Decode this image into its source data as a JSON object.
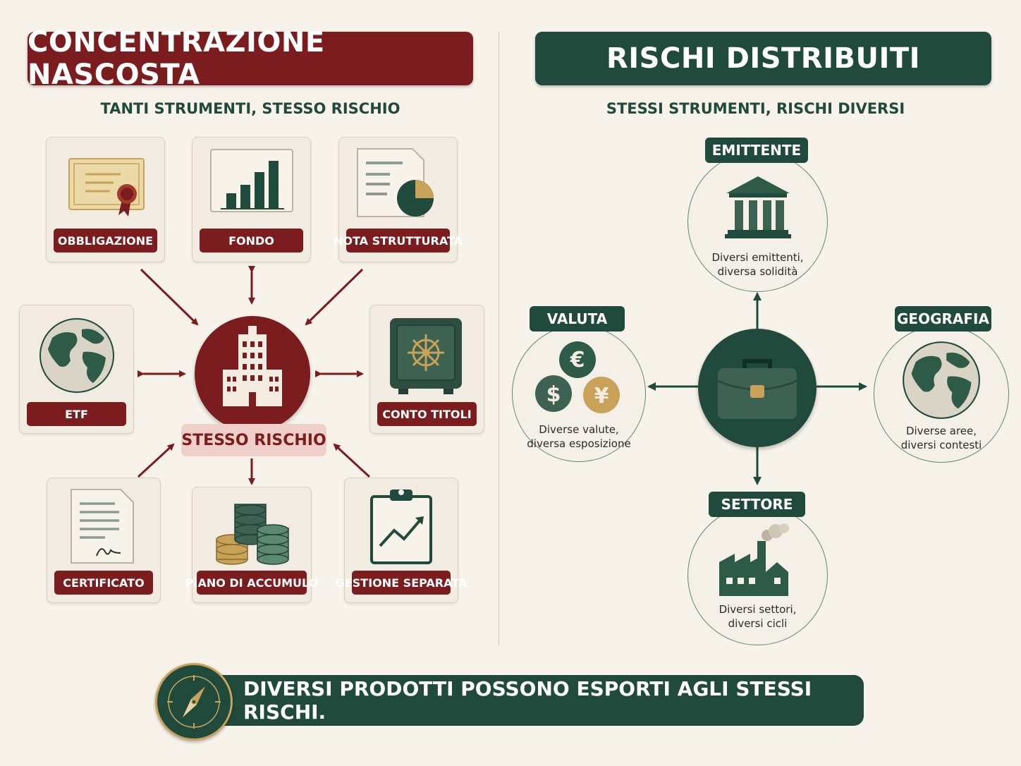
{
  "left": {
    "title": "CONCENTRAZIONE NASCOSTA",
    "subtitle": "TANTI STRUMENTI, STESSO RISCHIO",
    "cards": [
      "OBBLIGAZIONE",
      "FONDO",
      "NOTA STRUTTURATA",
      "ETF",
      "CONTO TITOLI",
      "CERTIFICATO",
      "PIANO DI ACCUMULO",
      "GESTIONE SEPARATA"
    ],
    "center_label": "STESSO RISCHIO"
  },
  "right": {
    "title": "RISCHI DISTRIBUITI",
    "subtitle": "STESSI STRUMENTI, RISCHI DIVERSI",
    "nodes": {
      "emittente": {
        "label": "EMITTENTE",
        "line1": "Diversi emittenti,",
        "line2": "diversa solidità"
      },
      "valuta": {
        "label": "VALUTA",
        "line1": "Diverse valute,",
        "line2": "diversa esposizione"
      },
      "geografia": {
        "label": "GEOGRAFIA",
        "line1": "Diverse aree,",
        "line2": "diversi contesti"
      },
      "settore": {
        "label": "SETTORE",
        "line1": "Diversi settori,",
        "line2": "diversi cicli"
      }
    }
  },
  "footer": {
    "text": "DIVERSI PRODOTTI POSSONO ESPORTI AGLI STESSI RISCHI."
  },
  "icons": [
    "certificate-icon",
    "bar-chart-icon",
    "report-pie-icon",
    "globe-icon",
    "safe-icon",
    "document-signature-icon",
    "coins-stack-icon",
    "clipboard-chart-icon",
    "building-icon",
    "bank-icon",
    "currency-icon",
    "factory-icon",
    "briefcase-icon",
    "compass-icon"
  ],
  "colors": {
    "red": "#7b1c1e",
    "green": "#1f4a3c",
    "gold": "#c9a25a",
    "bg": "#f7f2ea"
  }
}
